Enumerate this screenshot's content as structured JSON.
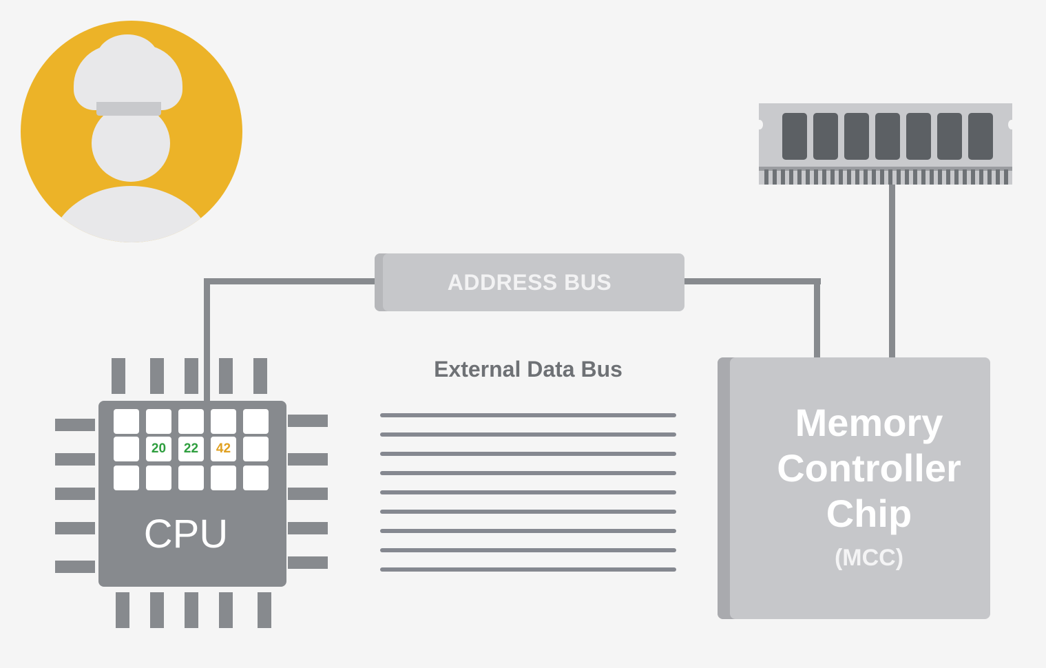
{
  "address_bus": {
    "label": "ADDRESS BUS"
  },
  "external_data_bus": {
    "label": "External Data Bus",
    "line_count": 9
  },
  "memory_controller": {
    "title_lines": [
      "Memory",
      "Controller",
      "Chip"
    ],
    "abbreviation": "(MCC)"
  },
  "cpu": {
    "label": "CPU",
    "register_values": [
      {
        "value": "20",
        "color": "#2e9e3e"
      },
      {
        "value": "22",
        "color": "#2e9e3e"
      },
      {
        "value": "42",
        "color": "#e0a020"
      }
    ]
  },
  "ram": {
    "chip_count": 7
  },
  "colors": {
    "background": "#f5f5f5",
    "avatar_circle": "#ecb328",
    "component_gray": "#c6c7ca",
    "wire_gray": "#878a8e"
  }
}
